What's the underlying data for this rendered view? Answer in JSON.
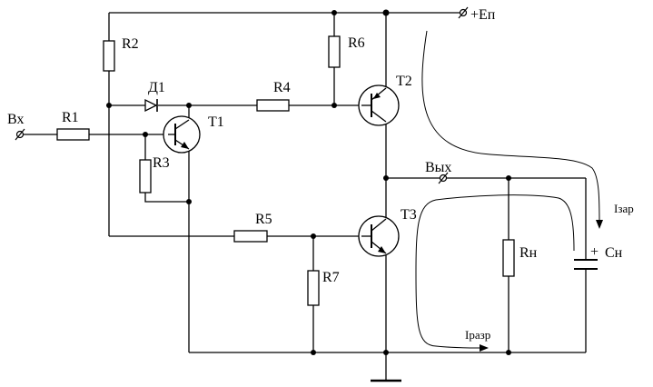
{
  "labels": {
    "supply": "+Eп",
    "input": "Вх",
    "output": "Вых",
    "r1": "R1",
    "r2": "R2",
    "r3": "R3",
    "r4": "R4",
    "r5": "R5",
    "r6": "R6",
    "r7": "R7",
    "rn": "Rн",
    "cn": "Cн",
    "d1": "Д1",
    "t1": "T1",
    "t2": "T2",
    "t3": "T3",
    "i_charge": "Iзар",
    "i_discharge": "Iразр",
    "cap_plus": "+"
  }
}
